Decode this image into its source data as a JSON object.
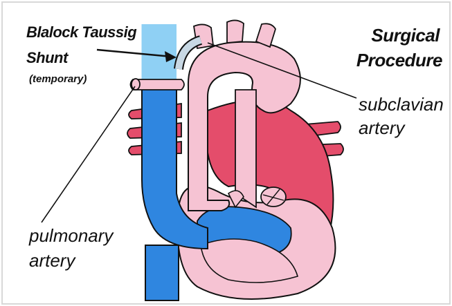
{
  "labels": {
    "shunt_line1": "Blalock Taussig",
    "shunt_line2": "Shunt",
    "shunt_note": "(temporary)",
    "heading_line1": "Surgical",
    "heading_line2": "Procedure",
    "subclavian_line1": "subclavian",
    "subclavian_line2": "artery",
    "pulmonary_line1": "pulmonary",
    "pulmonary_line2": "artery"
  },
  "colors": {
    "background": "#ffffff",
    "deoxygenated_blue": "#2f86e0",
    "shunt_light_blue": "#8fd0f4",
    "oxygenated_red": "#e44d6b",
    "aorta_pink": "#f6c3d3",
    "outline": "#111111"
  }
}
